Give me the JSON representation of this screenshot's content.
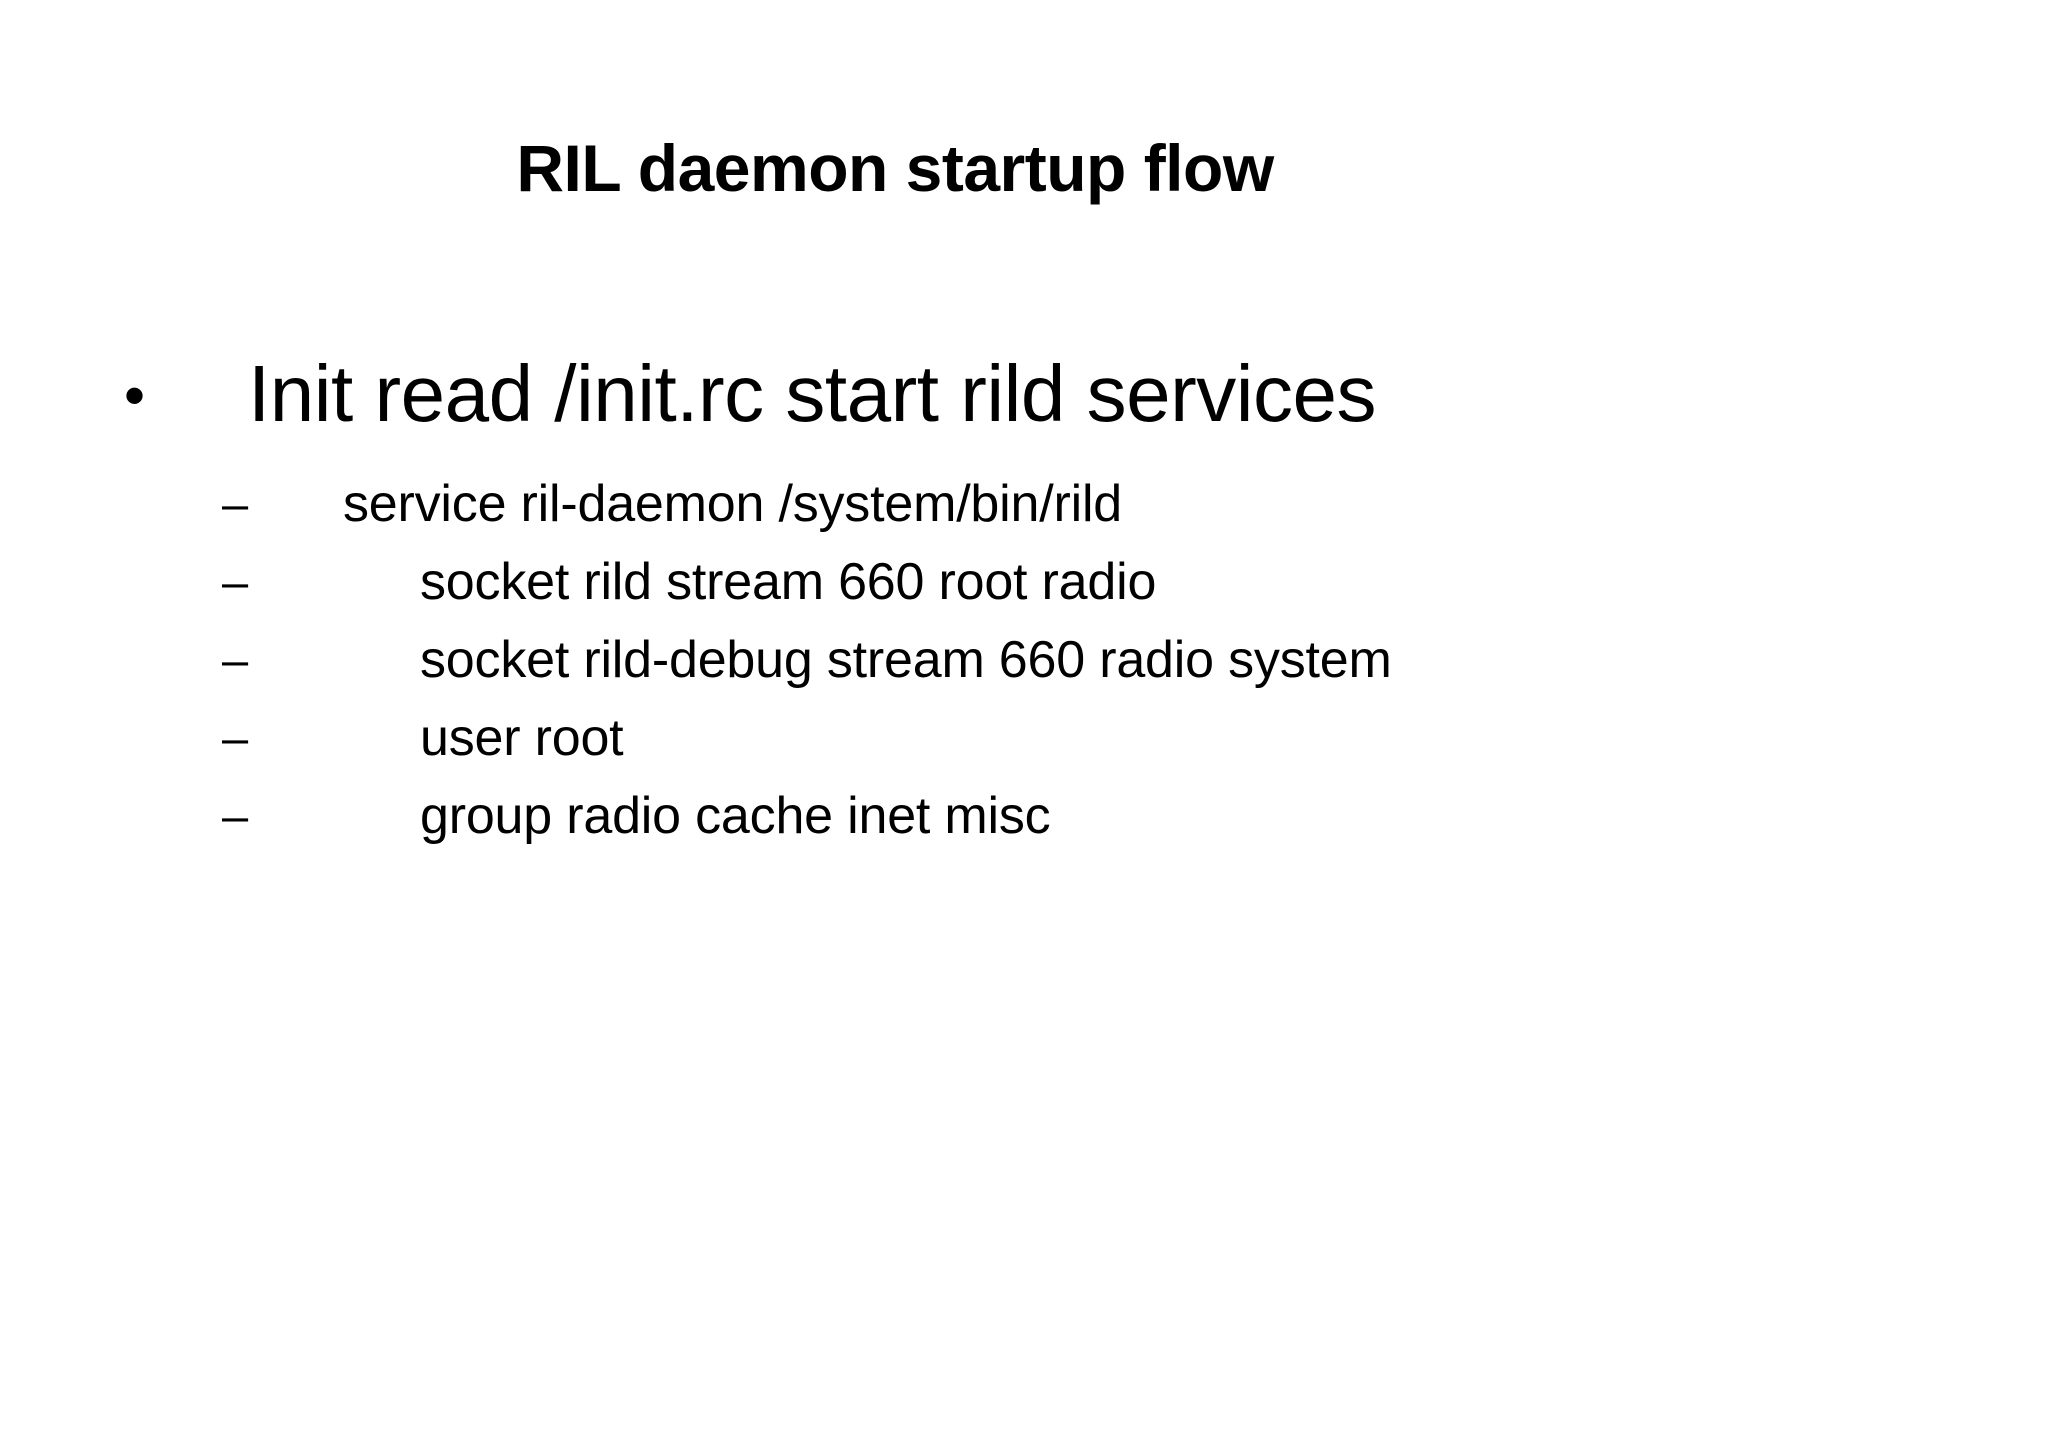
{
  "slide": {
    "title": "RIL daemon startup flow",
    "background_color": "#ffffff",
    "text_color": "#000000",
    "bullet_glyph": "•",
    "dash_glyph": "–",
    "content": {
      "level1": [
        {
          "marker": "•",
          "text": "Init read /init.rc start rild services"
        }
      ],
      "level2": [
        {
          "marker": "–",
          "text": "service ril-daemon /system/bin/rild",
          "indent": "a"
        },
        {
          "marker": "–",
          "text": "socket rild stream 660 root radio",
          "indent": "b"
        },
        {
          "marker": "–",
          "text": "socket rild-debug stream 660 radio system",
          "indent": "b"
        },
        {
          "marker": "–",
          "text": "user root",
          "indent": "b"
        },
        {
          "marker": "–",
          "text": "group radio cache inet misc",
          "indent": "b"
        }
      ]
    }
  }
}
